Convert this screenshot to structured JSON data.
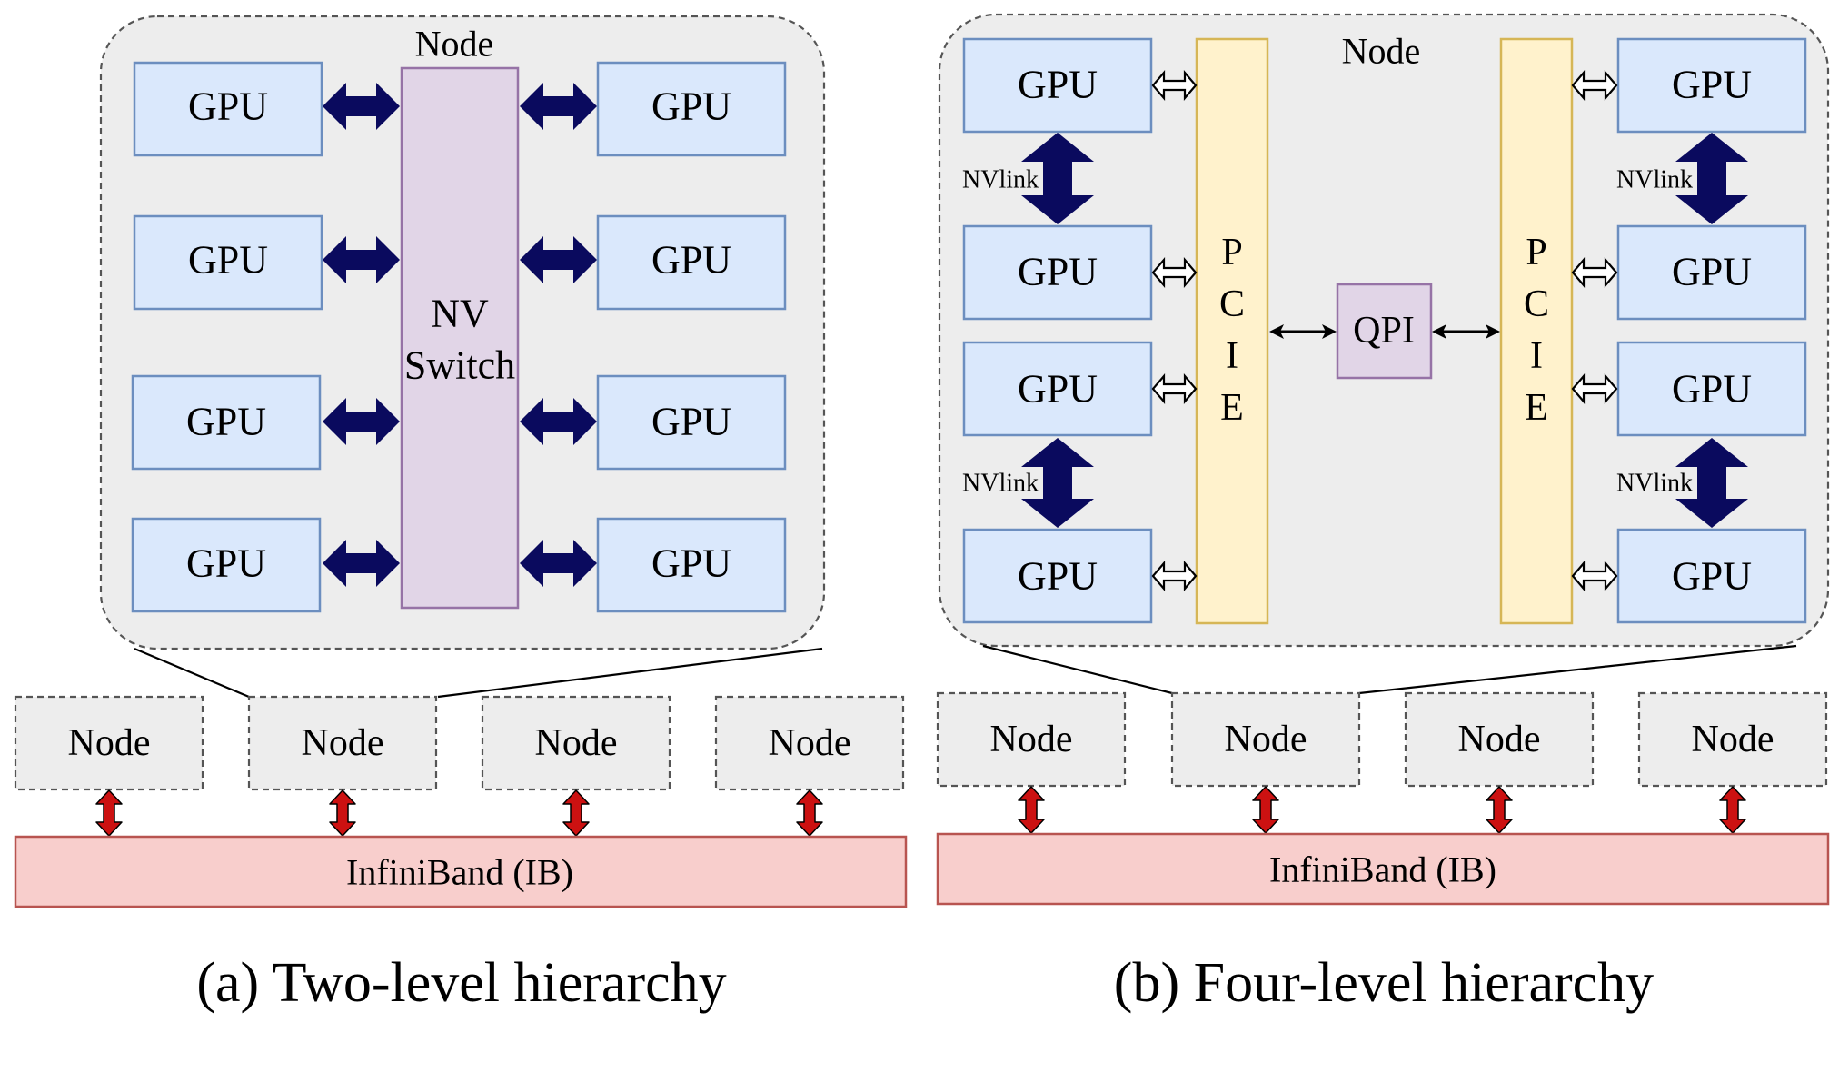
{
  "colors": {
    "gpu_fill": "#dae8fc",
    "gpu_stroke": "#6c8ebf",
    "node_fill": "#ededed",
    "node_stroke": "#555555",
    "switch_fill": "#e1d5e7",
    "switch_stroke": "#9673a6",
    "pcie_fill": "#fff2cc",
    "pcie_stroke": "#d6b656",
    "ib_fill": "#f8cecc",
    "ib_stroke": "#b85450",
    "nvlink_arrow": "#0a0a5e",
    "ib_arrow": "#cc1111"
  },
  "panel_a": {
    "node_title": "Node",
    "gpu_label": "GPU",
    "switch_line1": "NV",
    "switch_line2": "Switch",
    "nodes": [
      "Node",
      "Node",
      "Node",
      "Node"
    ],
    "ib_label": "InfiniBand (IB)",
    "caption": "(a) Two-level hierarchy"
  },
  "panel_b": {
    "node_title": "Node",
    "gpu_label": "GPU",
    "nvlink_label": "NVlink",
    "pcie_letters": [
      "P",
      "C",
      "I",
      "E"
    ],
    "qpi_label": "QPI",
    "nodes": [
      "Node",
      "Node",
      "Node",
      "Node"
    ],
    "ib_label": "InfiniBand (IB)",
    "caption": "(b) Four-level hierarchy"
  }
}
